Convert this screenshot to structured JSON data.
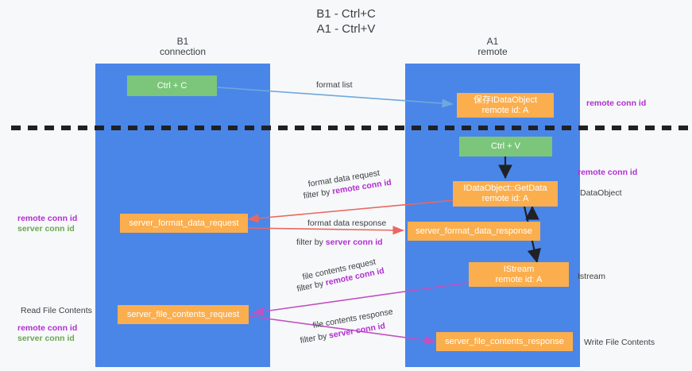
{
  "diagram": {
    "title": "B1 - Ctrl+C\nA1 - Ctrl+V",
    "colors": {
      "lane": "#4a86e8",
      "green_box": "#7bc67b",
      "orange_box": "#fbae4e",
      "remote_conn_id": "#b02fd0",
      "server_conn_id": "#6aa84f",
      "arrow_format_list": "#6fa8dc",
      "arrow_format_data": "#e8685f",
      "arrow_file_contents": "#c152c1",
      "arrow_flow": "#202124",
      "divider": "#202124",
      "background": "#f7f8fa"
    },
    "lanes": [
      {
        "id": "b1",
        "title_line1": "B1",
        "title_line2": "connection"
      },
      {
        "id": "a1",
        "title_line1": "A1",
        "title_line2": "remote"
      }
    ],
    "boxes": [
      {
        "id": "ctrl-c",
        "kind": "green",
        "line1": "Ctrl + C",
        "line2": ""
      },
      {
        "id": "ctrl-v",
        "kind": "green",
        "line1": "Ctrl + V",
        "line2": ""
      },
      {
        "id": "save-idataobject",
        "kind": "orange",
        "line1": "保存IDataObject",
        "line2": "remote id: A"
      },
      {
        "id": "idataobject-getdata",
        "kind": "orange",
        "line1": "IDataObject::GetData",
        "line2": "remote id: A"
      },
      {
        "id": "server-format-data-request",
        "kind": "orange",
        "line1": "server_format_data_request",
        "line2": ""
      },
      {
        "id": "server-format-data-response",
        "kind": "orange",
        "line1": "server_format_data_response",
        "line2": ""
      },
      {
        "id": "istream",
        "kind": "orange",
        "line1": "IStream",
        "line2": "remote id: A"
      },
      {
        "id": "server-file-contents-request",
        "kind": "orange",
        "line1": "server_file_contents_request",
        "line2": ""
      },
      {
        "id": "server-file-contents-response",
        "kind": "orange",
        "line1": "server_file_contents_response",
        "line2": ""
      }
    ],
    "edge_labels": {
      "format_list": "format list",
      "format_data_request": "format data request",
      "format_data_request_filter_prefix": "filter by ",
      "format_data_request_filter_key": "remote conn id",
      "format_data_response": "format data response",
      "format_data_response_filter_prefix": "filter by ",
      "format_data_response_filter_key": "server conn id",
      "file_contents_request": "file contents request",
      "file_contents_request_filter_prefix": "filter by ",
      "file_contents_request_filter_key": "remote conn id",
      "file_contents_response": "file contents response",
      "file_contents_response_filter_prefix": "filter by ",
      "file_contents_response_filter_key": "server conn id"
    },
    "side_labels": {
      "right_remote_conn_id_top": "remote conn id",
      "right_remote_conn_id_mid": "remote conn id",
      "right_dataobject": "DataObject",
      "right_istream": "Istream",
      "right_write_file_contents": "Write File Contents",
      "left_remote_conn_id_mid": "remote conn id",
      "left_server_conn_id_mid": "server conn id",
      "left_read_file_contents": "Read File Contents",
      "left_remote_conn_id_bottom": "remote conn id",
      "left_server_conn_id_bottom": "server conn id"
    }
  }
}
